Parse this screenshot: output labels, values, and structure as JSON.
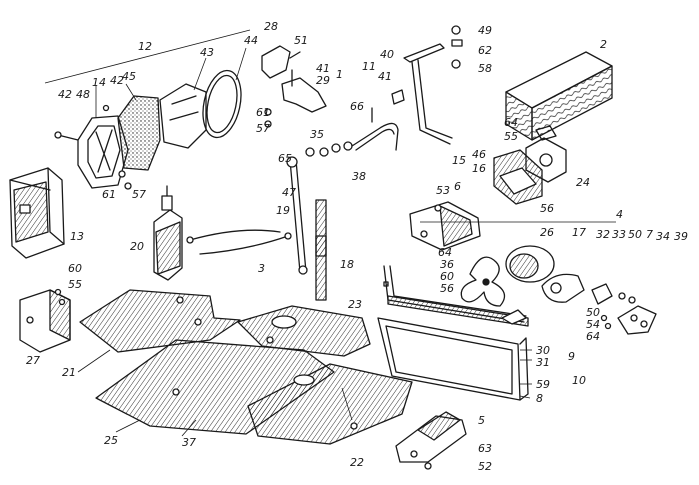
{
  "callouts": [
    {
      "id": "c12",
      "text": "12"
    },
    {
      "id": "c28",
      "text": "28"
    },
    {
      "id": "c51",
      "text": "51"
    },
    {
      "id": "c41a",
      "text": "41"
    },
    {
      "id": "c29",
      "text": "29"
    },
    {
      "id": "c1",
      "text": "1"
    },
    {
      "id": "c44",
      "text": "44"
    },
    {
      "id": "c43",
      "text": "43"
    },
    {
      "id": "c45",
      "text": "45"
    },
    {
      "id": "c42a",
      "text": "42"
    },
    {
      "id": "c14",
      "text": "14"
    },
    {
      "id": "c48",
      "text": "48"
    },
    {
      "id": "c42b",
      "text": "42"
    },
    {
      "id": "c61a",
      "text": "61"
    },
    {
      "id": "c57a",
      "text": "57"
    },
    {
      "id": "c61b",
      "text": "61"
    },
    {
      "id": "c57b",
      "text": "57"
    },
    {
      "id": "c13",
      "text": "13"
    },
    {
      "id": "c49",
      "text": "49"
    },
    {
      "id": "c62",
      "text": "62"
    },
    {
      "id": "c58",
      "text": "58"
    },
    {
      "id": "c40",
      "text": "40"
    },
    {
      "id": "c11",
      "text": "11"
    },
    {
      "id": "c41b",
      "text": "41"
    },
    {
      "id": "c2",
      "text": "2"
    },
    {
      "id": "c66",
      "text": "66"
    },
    {
      "id": "c35a",
      "text": "35"
    },
    {
      "id": "c65",
      "text": "65"
    },
    {
      "id": "c38",
      "text": "38"
    },
    {
      "id": "c47",
      "text": "47"
    },
    {
      "id": "c19",
      "text": "19"
    },
    {
      "id": "c20",
      "text": "20"
    },
    {
      "id": "c3",
      "text": "3"
    },
    {
      "id": "c18",
      "text": "18"
    },
    {
      "id": "c64a",
      "text": "64"
    },
    {
      "id": "c55a",
      "text": "55"
    },
    {
      "id": "c46",
      "text": "46"
    },
    {
      "id": "c15",
      "text": "15"
    },
    {
      "id": "c16",
      "text": "16"
    },
    {
      "id": "c24",
      "text": "24"
    },
    {
      "id": "c56a",
      "text": "56"
    },
    {
      "id": "c53",
      "text": "53"
    },
    {
      "id": "c6",
      "text": "6"
    },
    {
      "id": "c4",
      "text": "4"
    },
    {
      "id": "c26",
      "text": "26"
    },
    {
      "id": "c17",
      "text": "17"
    },
    {
      "id": "c32",
      "text": "32"
    },
    {
      "id": "c33",
      "text": "33"
    },
    {
      "id": "c50a",
      "text": "50"
    },
    {
      "id": "c7",
      "text": "7"
    },
    {
      "id": "c34",
      "text": "34"
    },
    {
      "id": "c39",
      "text": "39"
    },
    {
      "id": "c64b",
      "text": "64"
    },
    {
      "id": "c36",
      "text": "36"
    },
    {
      "id": "c60a",
      "text": "60"
    },
    {
      "id": "c56b",
      "text": "56"
    },
    {
      "id": "c50b",
      "text": "50"
    },
    {
      "id": "c54",
      "text": "54"
    },
    {
      "id": "c64c",
      "text": "64"
    },
    {
      "id": "c60b",
      "text": "60"
    },
    {
      "id": "c55b",
      "text": "55"
    },
    {
      "id": "c27",
      "text": "27"
    },
    {
      "id": "c23",
      "text": "23"
    },
    {
      "id": "c21",
      "text": "21"
    },
    {
      "id": "c30",
      "text": "30"
    },
    {
      "id": "c9",
      "text": "9"
    },
    {
      "id": "c31",
      "text": "31"
    },
    {
      "id": "c59",
      "text": "59"
    },
    {
      "id": "c10",
      "text": "10"
    },
    {
      "id": "c8",
      "text": "8"
    },
    {
      "id": "c25",
      "text": "25"
    },
    {
      "id": "c37",
      "text": "37"
    },
    {
      "id": "c22",
      "text": "22"
    },
    {
      "id": "c5",
      "text": "5"
    },
    {
      "id": "c63",
      "text": "63"
    },
    {
      "id": "c52",
      "text": "52"
    }
  ],
  "colors": {
    "ink": "#1a1a1a",
    "paper": "#ffffff"
  }
}
